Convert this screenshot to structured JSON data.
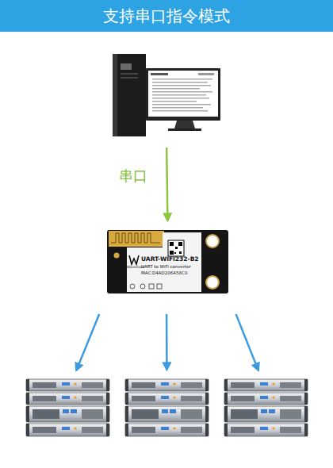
{
  "diagram": {
    "title": "支持串口指令模式",
    "nodes": [
      {
        "text": []
      },
      {
        "text": [
          "UART-WIFI232-B2",
          "UART to WiFi converter",
          "MAC:D4AD206A58C0"
        ]
      },
      {
        "text": []
      },
      {
        "text": []
      },
      {
        "text": []
      }
    ],
    "edges": [
      {
        "from": 0,
        "to": 1,
        "label": "串口",
        "arrow": "to"
      },
      {
        "from": 1,
        "to": 2,
        "arrow": "to"
      },
      {
        "from": 1,
        "to": 3,
        "arrow": "to"
      },
      {
        "from": 1,
        "to": 4,
        "arrow": "to"
      }
    ],
    "labels": [
      "Waveshare"
    ]
  }
}
